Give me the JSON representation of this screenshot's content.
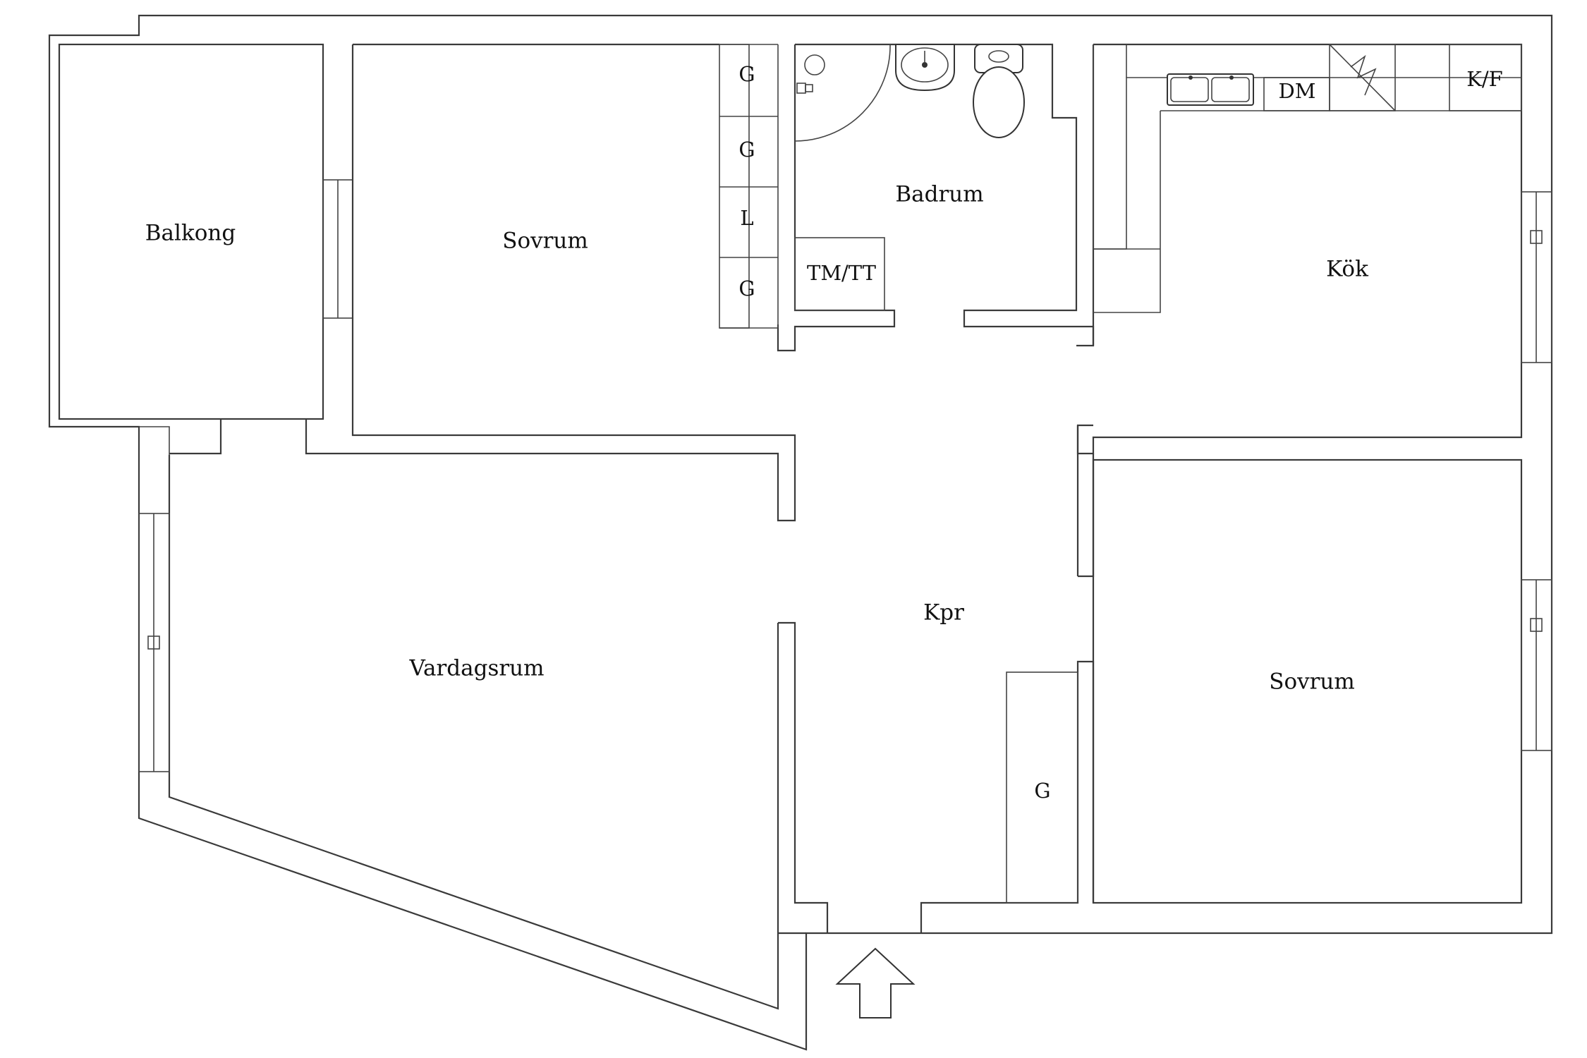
{
  "rooms": {
    "balkong": "Balkong",
    "sovrum_top": "Sovrum",
    "badrum": "Badrum",
    "kok": "Kök",
    "vardagsrum": "Vardagsrum",
    "kpr": "Kpr",
    "sovrum_bottom": "Sovrum"
  },
  "closets": {
    "g1": "G",
    "g2": "G",
    "l": "L",
    "g3": "G",
    "hall_g": "G"
  },
  "appliances": {
    "tm_tt": "TM/TT",
    "dm": "DM",
    "kf": "K/F"
  }
}
